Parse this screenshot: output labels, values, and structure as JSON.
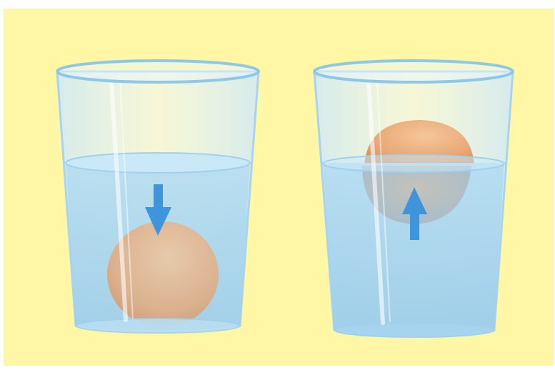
{
  "scene": {
    "colors": {
      "page_background": "#ffffff",
      "panel_background": "#fff6a6",
      "water": "#a9d6ef",
      "water_surface": "#c9e8f8",
      "glass_rim": "#9dd0ec",
      "glass_body": "#dff1fb",
      "egg": "#e9a775",
      "egg_highlight": "#f5c79a",
      "arrow": "#3f95dc"
    },
    "glasses": [
      {
        "name": "left-glass",
        "egg_state": "sinking",
        "arrow_direction": "down"
      },
      {
        "name": "right-glass",
        "egg_state": "floating",
        "arrow_direction": "up"
      }
    ]
  }
}
